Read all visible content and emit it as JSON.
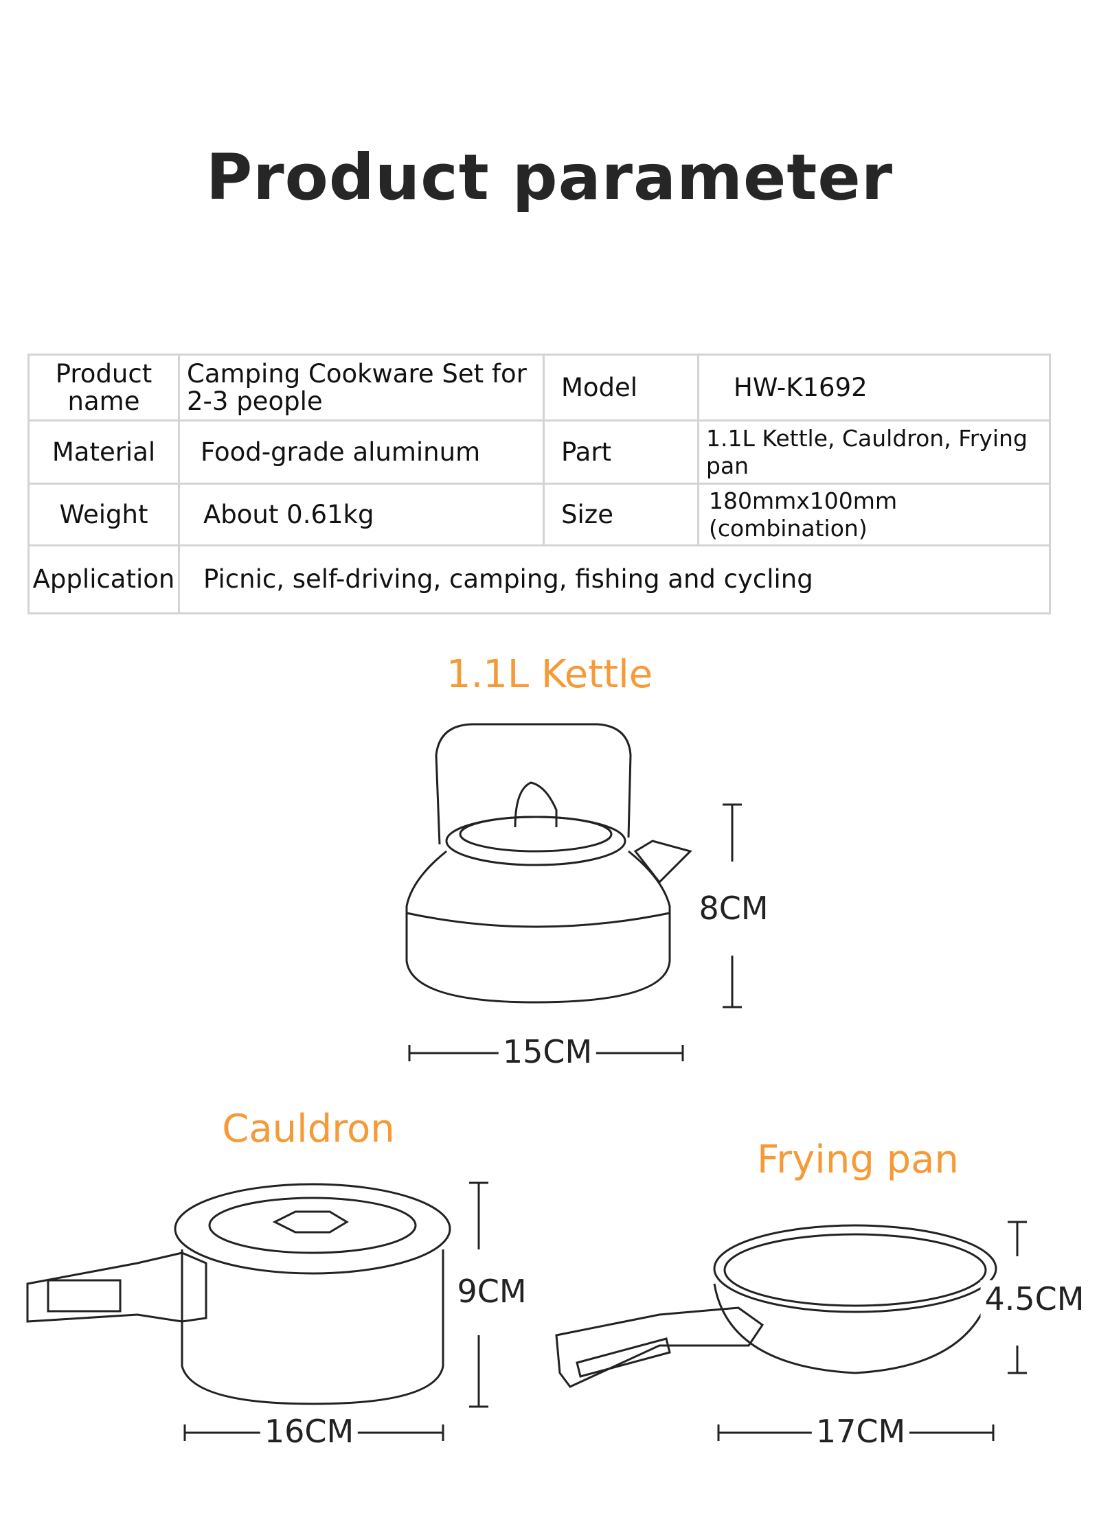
{
  "title": "Product parameter",
  "table": {
    "rows": [
      {
        "label": "Product name",
        "value": "Camping Cookware Set for 2-3 people",
        "label2": "Model",
        "value2": "HW-K1692"
      },
      {
        "label": "Material",
        "value": "Food-grade aluminum",
        "label2": "Part",
        "value2": "1.1L Kettle, Cauldron, Frying pan"
      },
      {
        "label": "Weight",
        "value": "About 0.61kg",
        "label2": "Size",
        "value2": "180mmx100mm (combination)"
      }
    ],
    "application": {
      "label": "Application",
      "value": "Picnic, self-driving, camping, fishing and cycling"
    }
  },
  "products": {
    "kettle": {
      "name": "1.1L Kettle",
      "height": "8CM",
      "width": "15CM"
    },
    "cauldron": {
      "name": "Cauldron",
      "height": "9CM",
      "width": "16CM"
    },
    "pan": {
      "name": "Frying pan",
      "height": "4.5CM",
      "width": "17CM"
    }
  },
  "colors": {
    "accent": "#f59a36",
    "border": "#d4d4d4"
  }
}
